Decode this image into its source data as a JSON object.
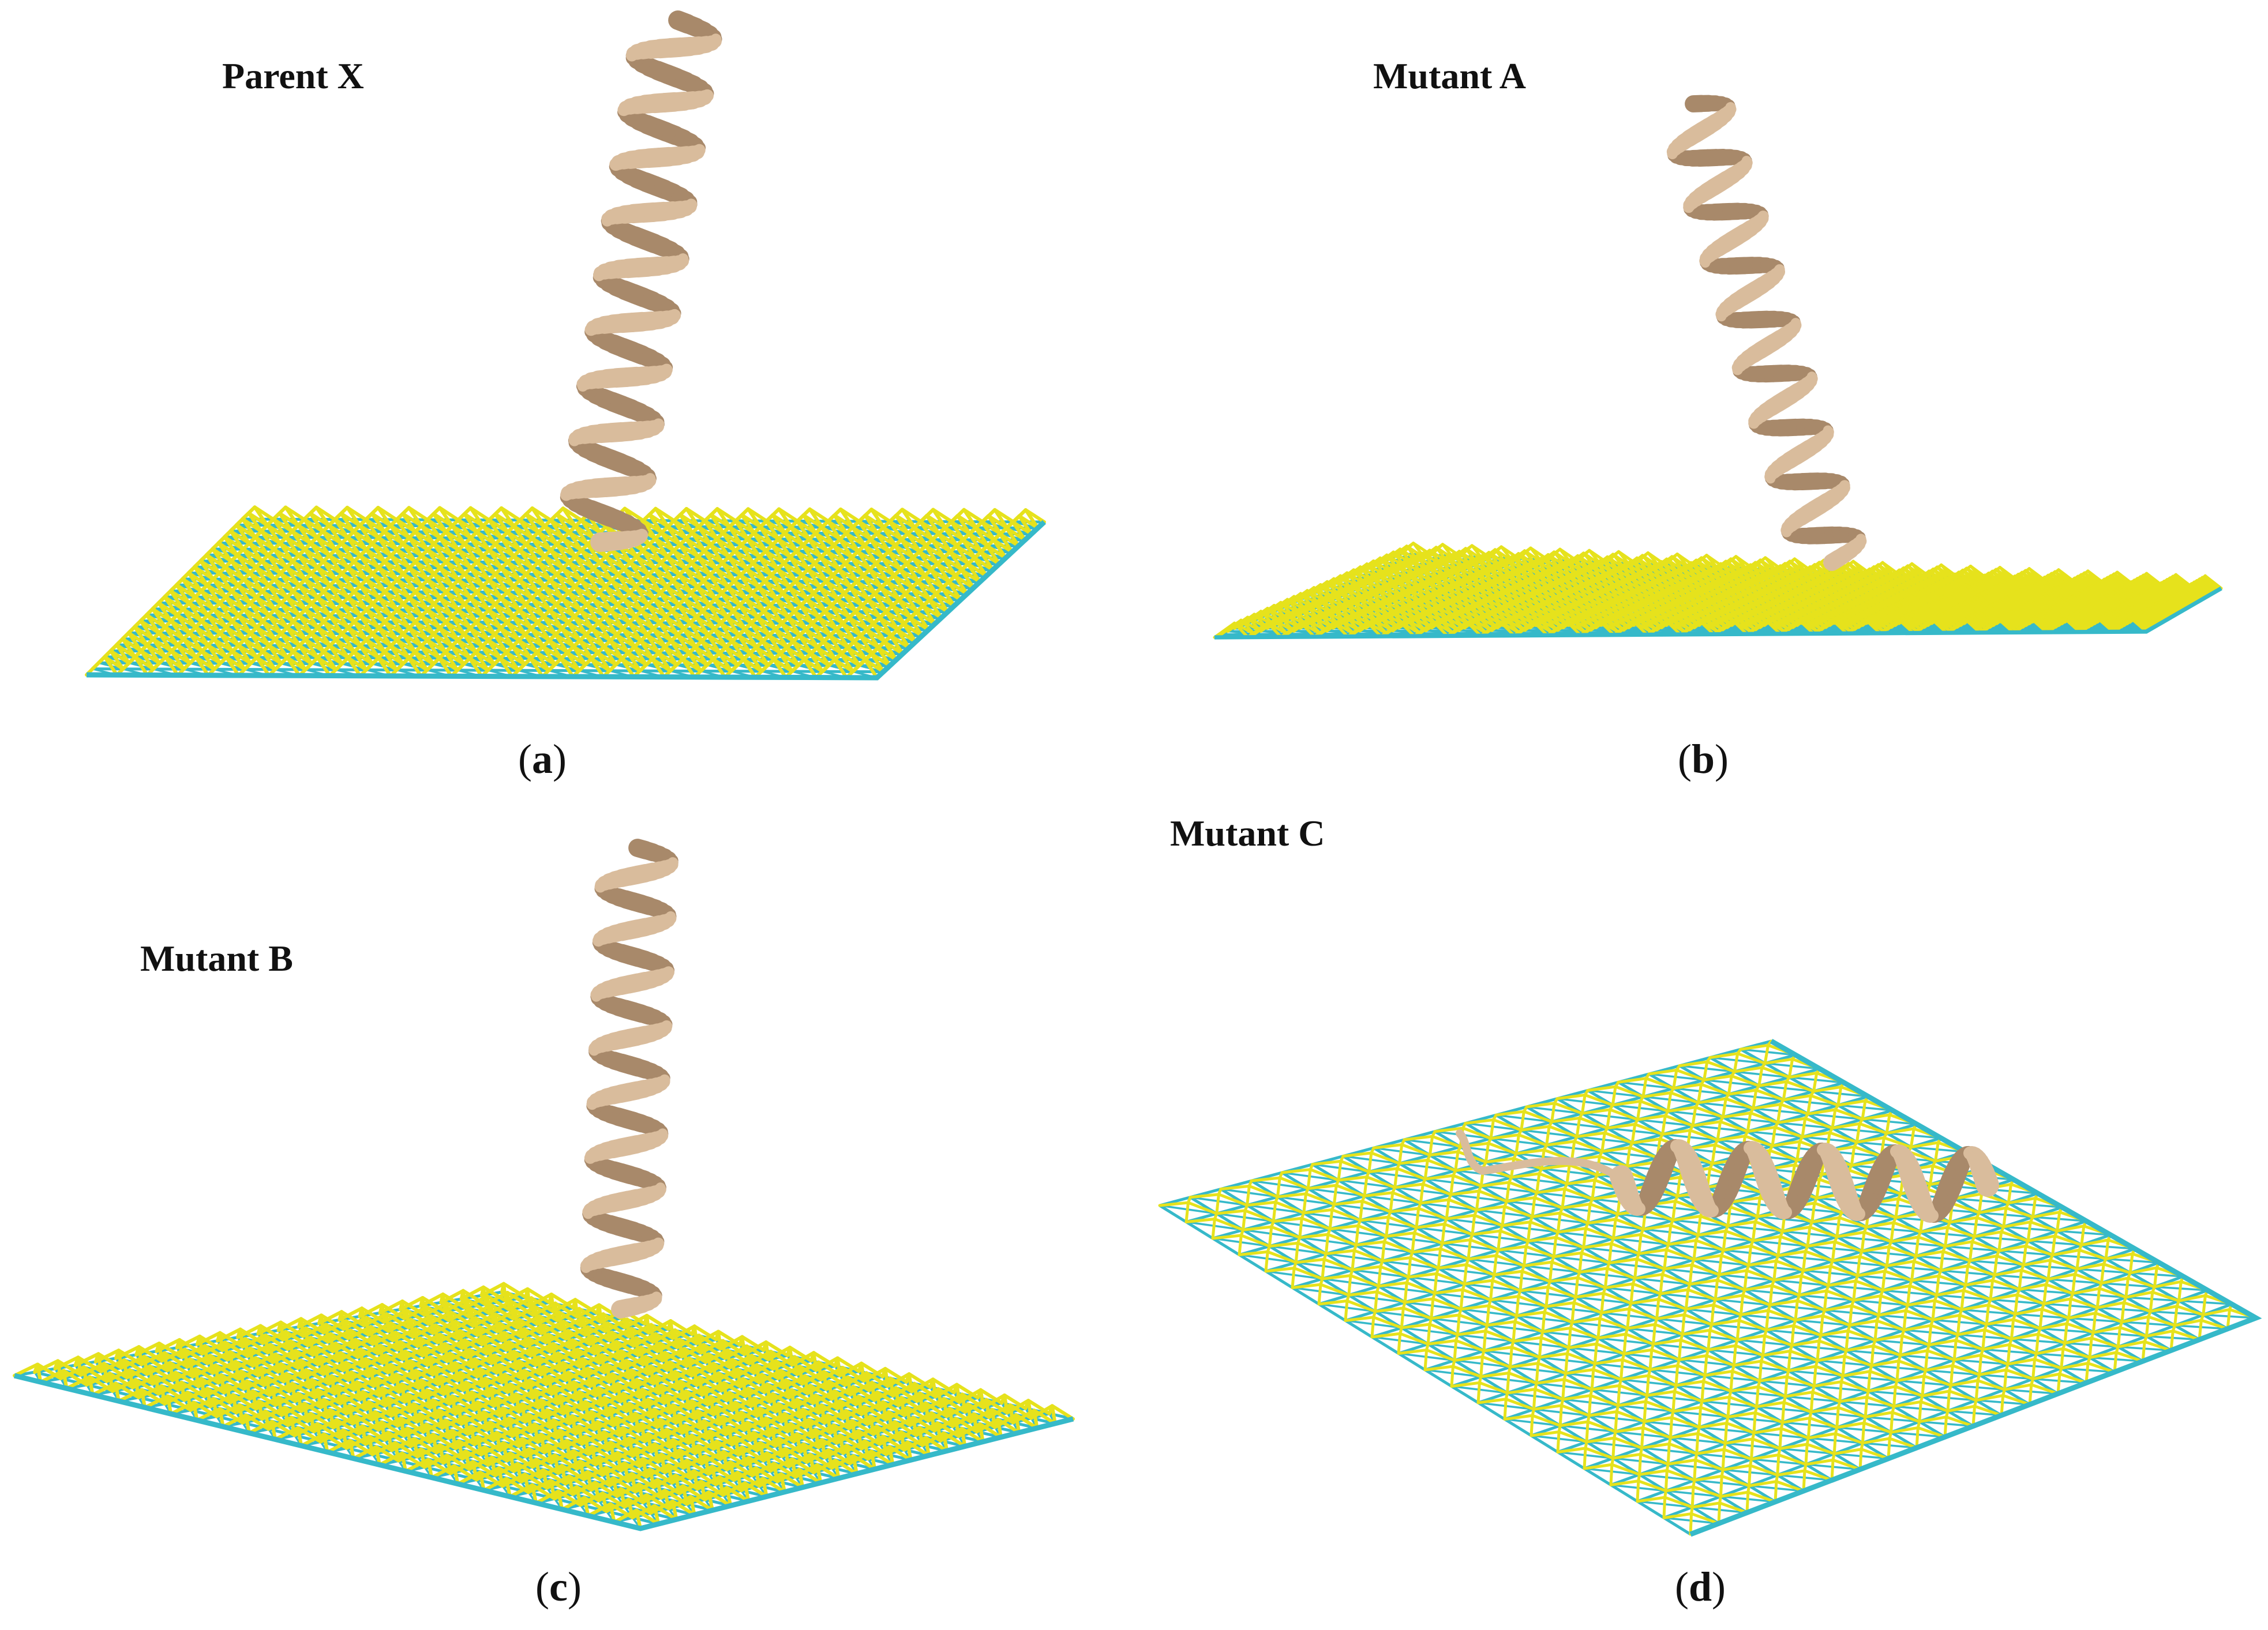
{
  "figure": {
    "panels": [
      {
        "id": "a",
        "title": "Parent X",
        "caption_open": "(",
        "caption_letter": "a",
        "caption_close": ")",
        "helix_orientation": "vertical"
      },
      {
        "id": "b",
        "title": "Mutant A",
        "caption_open": "(",
        "caption_letter": "b",
        "caption_close": ")",
        "helix_orientation": "vertical"
      },
      {
        "id": "c",
        "title": "Mutant B",
        "caption_open": "(",
        "caption_letter": "c",
        "caption_close": ")",
        "helix_orientation": "vertical"
      },
      {
        "id": "d",
        "title": "Mutant C",
        "caption_open": "(",
        "caption_letter": "d",
        "caption_close": ")",
        "helix_orientation": "lying-flat"
      }
    ],
    "colors": {
      "lattice_edge": "#36b9c9",
      "lattice_atom": "#e6e21c",
      "helix_fill": "#d9bc9c",
      "helix_shadow": "#a8896a"
    }
  }
}
